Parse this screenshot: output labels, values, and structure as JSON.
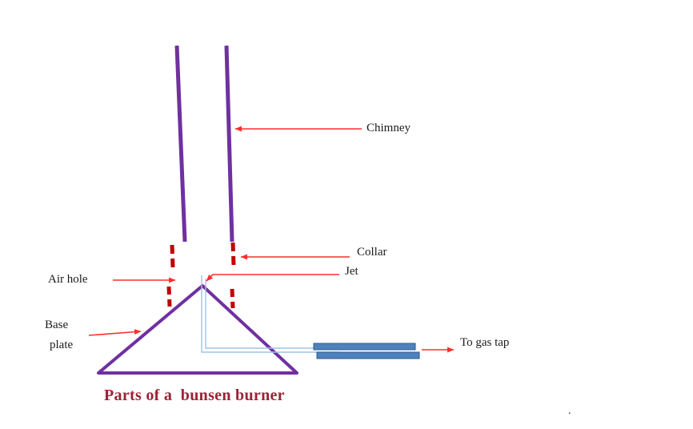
{
  "title": "Parts of a  bunsen burner",
  "labels": {
    "chimney": "Chimney",
    "collar": "Collar",
    "jet": "Jet",
    "air_hole": "Air hole",
    "base_line1": "Base",
    "base_line2": "plate",
    "gas_tap": "To gas tap",
    "stray_period": "."
  },
  "colors": {
    "tube_purple": "#7030A0",
    "collar_dash_red": "#C00000",
    "arrow_red": "#FF2E2E",
    "gas_pipe_blue": "#4F81BD",
    "gas_tube_light_blue": "#9DC3E6",
    "title_maroon": "#9B2335",
    "label_black": "#1B1B1B"
  }
}
